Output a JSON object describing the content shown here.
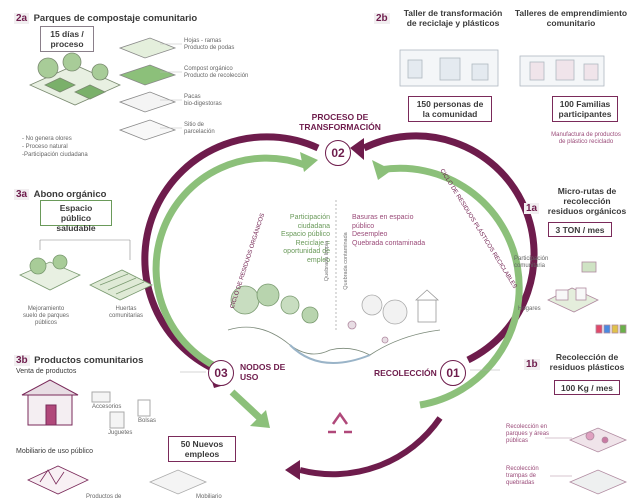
{
  "s2a": {
    "num": "2a",
    "title": "Parques de compostaje comunitario",
    "box": "15 días / proceso",
    "layers": [
      "Hojas - ramas\nProducto de podas",
      "Compost orgánico\nProducto de recolección",
      "Pacas\nbio-digestoras",
      "Sitio de\nparcelación"
    ],
    "notes": [
      "- No genera olores",
      "- Proceso natural",
      "-Participación ciudadana"
    ]
  },
  "s2b": {
    "num": "2b",
    "title1": "Taller de transformación\nde reciclaje y plásticos",
    "title2": "Talleres de emprendimiento\ncomunitario",
    "box1": "150 personas de\nla comunidad",
    "box2": "100 Familias\nparticipantes",
    "note": "Manufactura de productos\nde plástico reciclado"
  },
  "center": {
    "proceso_label": "PROCESO DE\nTRANSFORMACIÓN",
    "n02": "02",
    "n03": "03",
    "n01": "01",
    "nodos_label": "NODOS DE\nUSO",
    "recoleccion_label": "RECOLECCIÓN",
    "ciclo_organicos": "CICLO DE RESIDUOS ORGÁNICOS",
    "ciclo_plasticos": "CICLO DE RESIDUOS PLÁSTICOS RECICLABLES",
    "left_text": "Participación\nciudadana\nEspacio público\nReciclaje =\noportunidad de\nempleo",
    "right_text": "Basuras en espacio\npúblico\nDesempleo\nQuebrada contaminada",
    "v_left": "Quebrada limpia",
    "v_right": "Quebrada contaminada"
  },
  "s3a": {
    "num": "3a",
    "title": "Abono orgánico",
    "box": "Espacio público\nsaludable",
    "item1": "Mejoramiento\nsuelo de parques\npúblicos",
    "item2": "Huertas\ncomunitarias"
  },
  "s1a": {
    "num": "1a",
    "title": "Micro-rutas de\nrecolección\nresiduos orgánicos",
    "box": "3 TON / mes",
    "label1": "Participación\ncomunitaria",
    "label2": "Hogares"
  },
  "s3b": {
    "num": "3b",
    "title": "Productos comunitarios",
    "sub1": "Venta de productos",
    "sub2": "Mobiliario de uso público",
    "box": "50 Nuevos\nempleos",
    "tiny": [
      "Bolsas",
      "Juguetes",
      "Accesorios",
      "Productos de",
      "Mobiliario"
    ]
  },
  "s1b": {
    "num": "1b",
    "title": "Recolección de\nresiduos plásticos",
    "box": "100 Kg / mes",
    "note1": "Recolección en\nparques y áreas\npúblicas",
    "note2": "Recolección\ntrampas de\nquebradas"
  },
  "colors": {
    "plum": "#6e1c4c",
    "green": "#8cc07a"
  }
}
